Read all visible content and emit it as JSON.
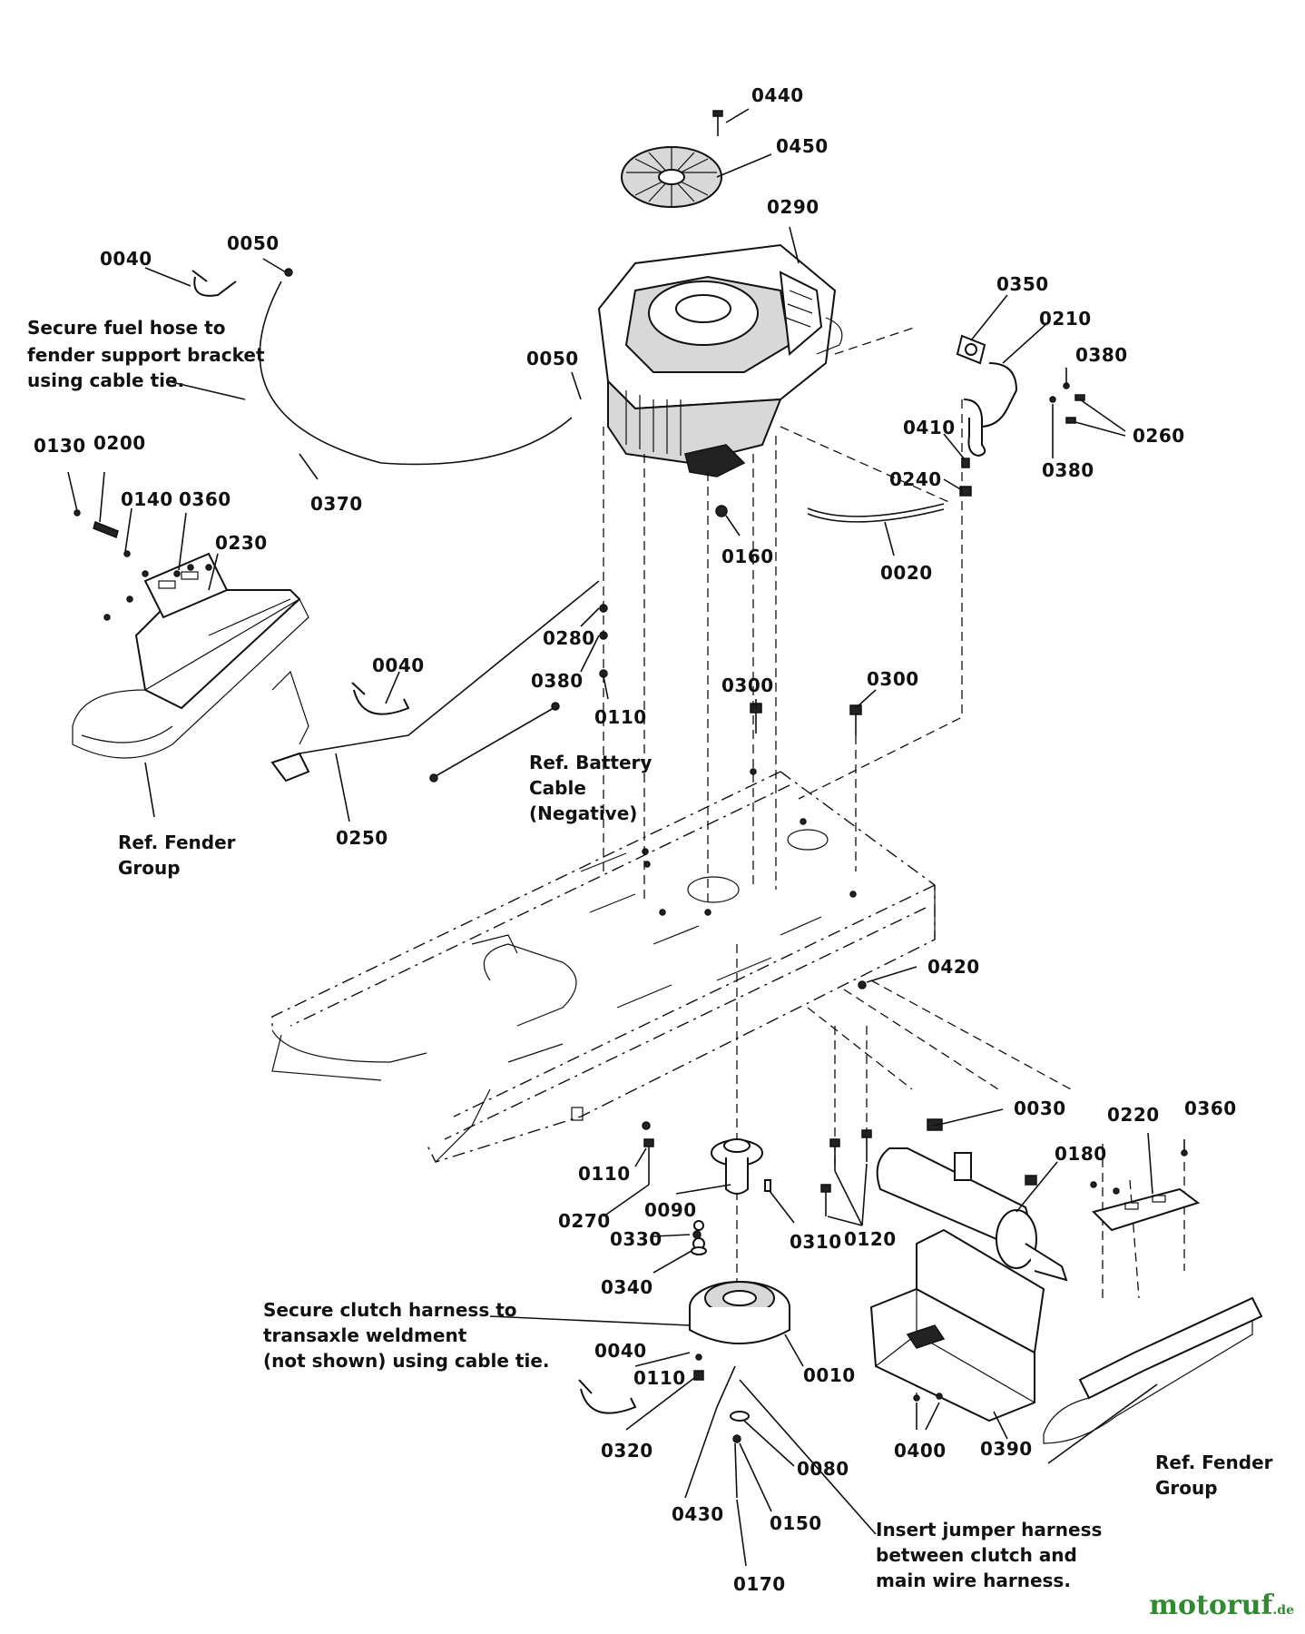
{
  "parts": [
    "0440",
    "0450",
    "0290",
    "0050",
    "0040",
    "0050",
    "0350",
    "0210",
    "0380",
    "0260",
    "0380",
    "0410",
    "0240",
    "0160",
    "0020",
    "0370",
    "0130",
    "0200",
    "0140",
    "0360",
    "0230",
    "0280",
    "0380",
    "0110",
    "0300",
    "0300",
    "0040",
    "0250",
    "0420",
    "0030",
    "0220",
    "0360",
    "0180",
    "0110",
    "0270",
    "0090",
    "0310",
    "0120",
    "0330",
    "0340",
    "0040",
    "0110",
    "0010",
    "0320",
    "0400",
    "0390",
    "0080",
    "0430",
    "0150",
    "0170"
  ],
  "notes": {
    "fuel_hose": [
      "Secure fuel hose to",
      "fender support bracket",
      "using cable tie."
    ],
    "battery": [
      "Ref. Battery",
      "Cable",
      "(Negative)"
    ],
    "fender_left": [
      "Ref. Fender",
      "Group"
    ],
    "fender_right": [
      "Ref. Fender",
      "Group"
    ],
    "clutch": [
      "Secure clutch harness to",
      "transaxle weldment",
      "(not shown) using cable tie."
    ],
    "jumper": [
      "Insert jumper harness",
      "between clutch and",
      "main wire harness."
    ]
  },
  "watermark": {
    "brand": "motoruf",
    "tld": ".de"
  },
  "colors": {
    "ink": "#111111",
    "watermark": "#2e8b2e"
  }
}
